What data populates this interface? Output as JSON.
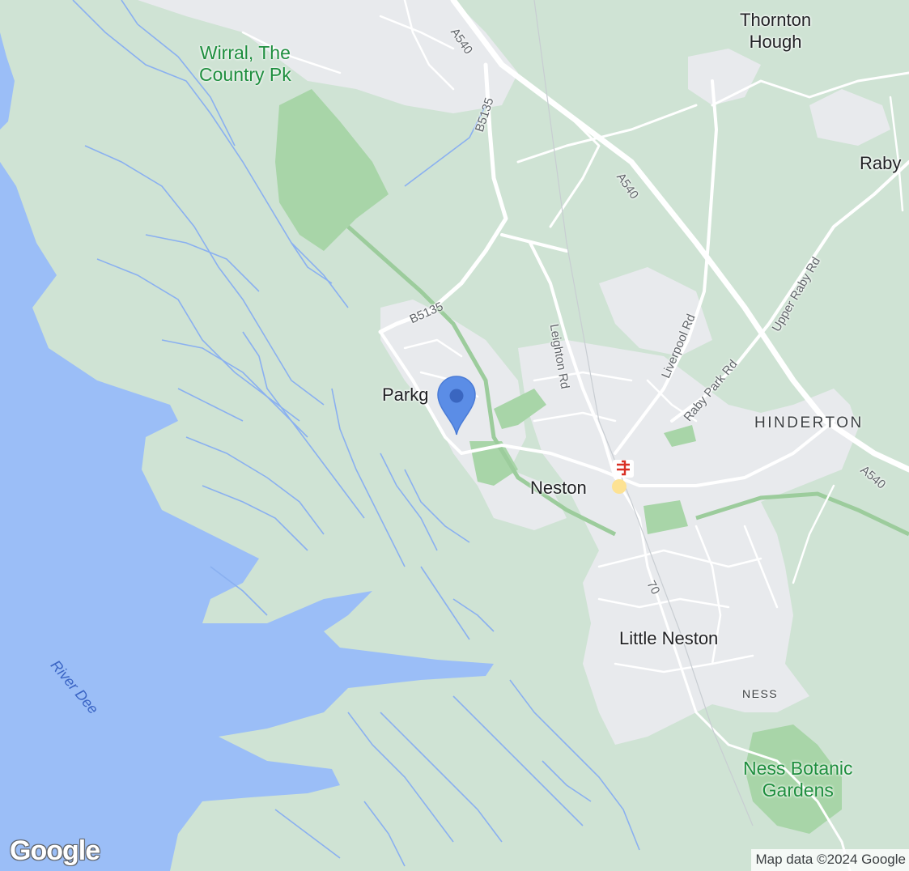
{
  "map": {
    "places": {
      "thornton_hough": [
        "Thornton",
        "Hough"
      ],
      "raby": "Raby",
      "parkgate": "Parkg",
      "neston": "Neston",
      "little_neston": "Little Neston"
    },
    "districts": {
      "hinderton": "HINDERTON",
      "ness": "NESS"
    },
    "parks": {
      "wirral_country_park": [
        "Wirral, The",
        "Country Pk"
      ],
      "ness_botanic_gardens": [
        "Ness Botanic",
        "Gardens"
      ]
    },
    "roads": {
      "a540_north": "A540",
      "a540_middle": "A540",
      "a540_east": "A540",
      "b5135_north": "B5135",
      "b5135_south": "B5135",
      "leighton_rd": "Leighton Rd",
      "liverpool_rd": "Liverpool Rd",
      "raby_park_rd": "Raby Park Rd",
      "upper_raby_rd": "Upper Raby Rd",
      "a540_little_neston": "70"
    },
    "water": {
      "river_dee": "River Dee"
    },
    "logo": "Google",
    "attribution": "Map data ©2024 Google",
    "colors": {
      "land": "#cfe3d4",
      "water": "#9bbef7",
      "urban": "#e8eaed",
      "park": "#a8d5a8",
      "road": "#ffffff",
      "stream": "#8ab0f0",
      "pin": "#5b8de6"
    }
  }
}
